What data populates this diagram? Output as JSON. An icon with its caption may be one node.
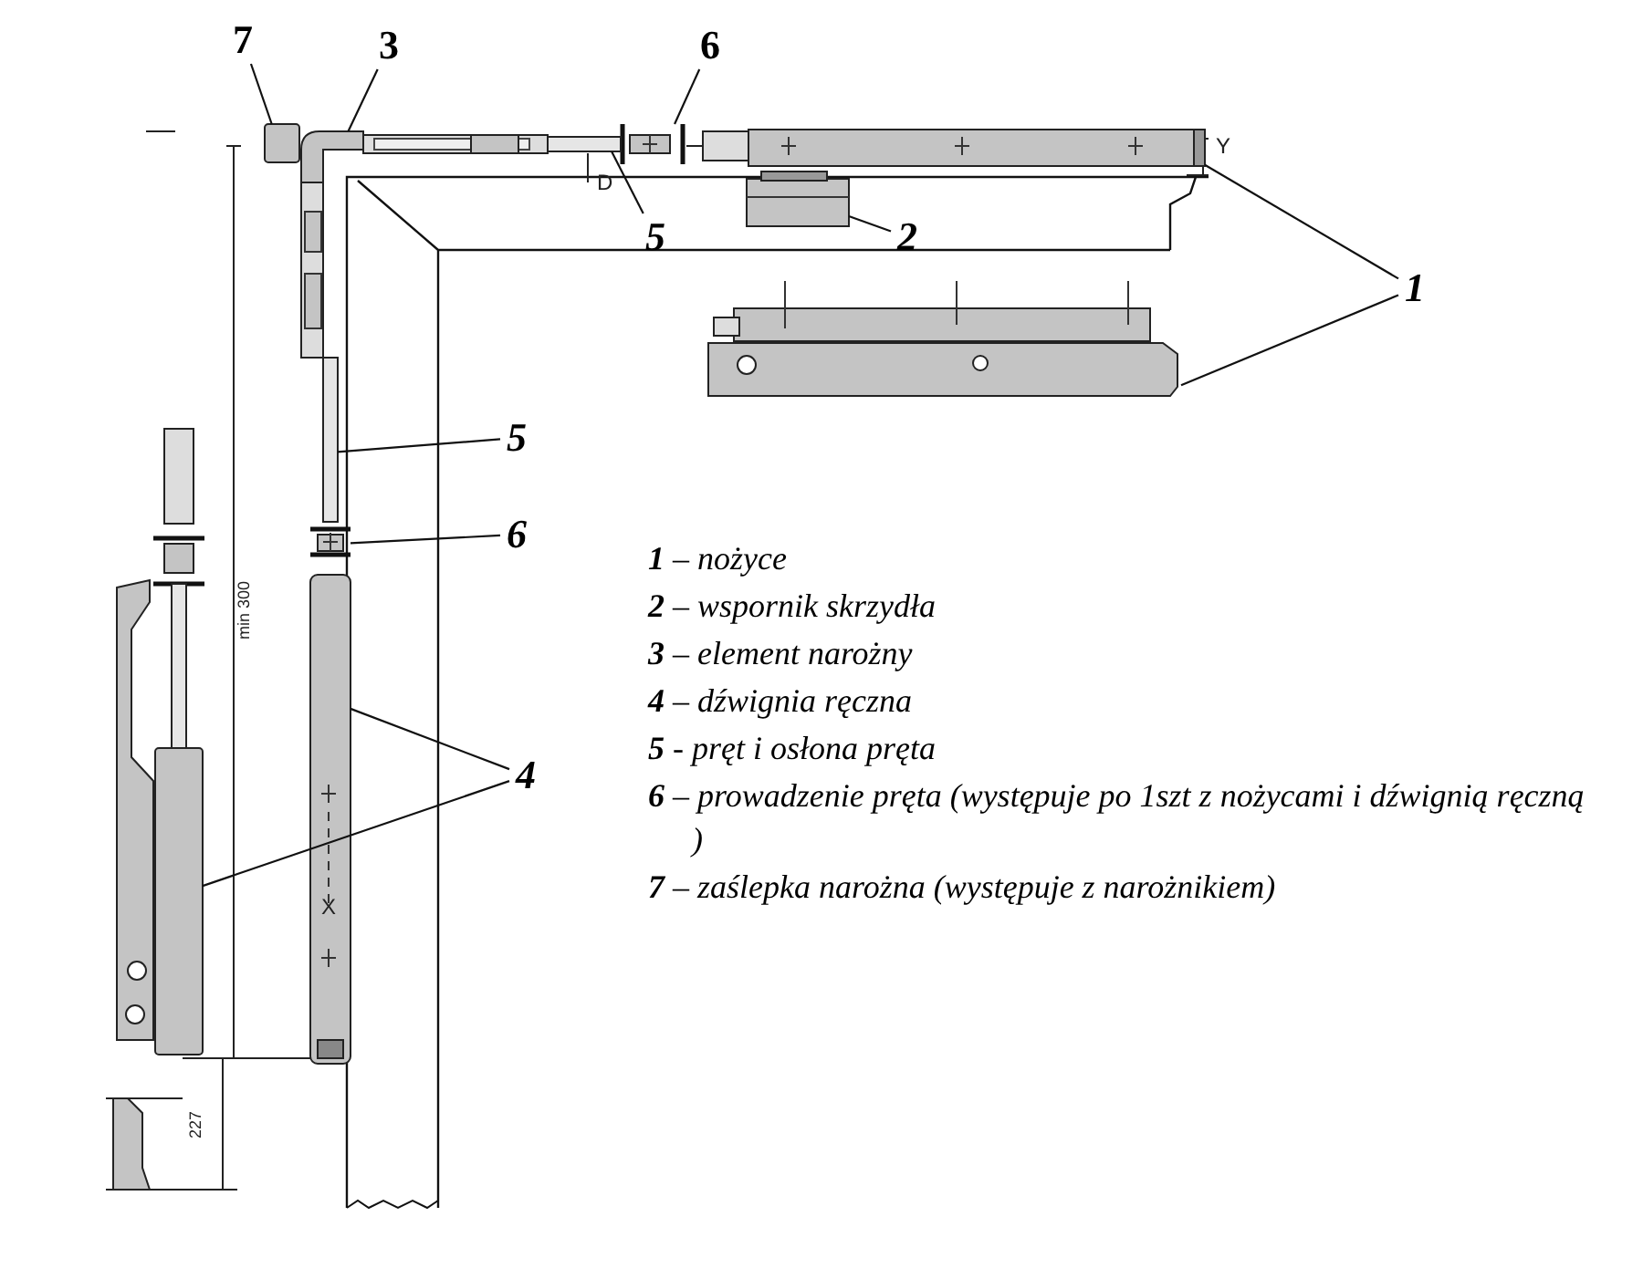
{
  "diagram": {
    "nodes": [
      {
        "text": [
          "7"
        ]
      },
      {
        "text": [
          "3"
        ]
      },
      {
        "text": [
          "6"
        ]
      },
      {
        "text": [
          "5"
        ]
      },
      {
        "text": [
          "2"
        ]
      },
      {
        "text": [
          "1"
        ]
      },
      {
        "text": [
          "5"
        ]
      },
      {
        "text": [
          "6"
        ]
      },
      {
        "text": [
          "4"
        ]
      },
      {
        "text": [],
        "shape": "box"
      },
      {
        "text": [],
        "shape": "picture"
      },
      {
        "text": [],
        "shape": "picture"
      },
      {
        "text": [],
        "shape": "bar"
      },
      {
        "text": [],
        "shape": "picture"
      },
      {
        "text": [],
        "shape": "picture"
      },
      {
        "text": [],
        "shape": "picture"
      },
      {
        "text": [],
        "shape": "bar"
      },
      {
        "text": [],
        "shape": "picture"
      },
      {
        "text": [],
        "shape": "picture"
      },
      {
        "text": [],
        "shape": "box"
      }
    ],
    "edges": [
      {
        "from": 0,
        "to": 9,
        "arrow": "none"
      },
      {
        "from": 1,
        "to": 10,
        "arrow": "none"
      },
      {
        "from": 2,
        "to": 11,
        "arrow": "none"
      },
      {
        "from": 3,
        "to": 12,
        "arrow": "none"
      },
      {
        "from": 4,
        "to": 13,
        "arrow": "none"
      },
      {
        "from": 5,
        "to": 14,
        "arrow": "none"
      },
      {
        "from": 5,
        "to": 15,
        "arrow": "none"
      },
      {
        "from": 6,
        "to": 16,
        "arrow": "none"
      },
      {
        "from": 7,
        "to": 17,
        "arrow": "none"
      },
      {
        "from": 8,
        "to": 18,
        "arrow": "none"
      },
      {
        "from": 8,
        "to": 19,
        "arrow": "none"
      }
    ],
    "labels": [
      "Y",
      "D",
      "min 300",
      "X",
      "227",
      "**1** – nożyce",
      "**2** – wspornik skrzydła",
      "**3** – element narożny",
      "**4** – dźwignia ręczna",
      "**5** -  pręt i osłona pręta",
      "**6** – prowadzenie pręta (występuje po 1szt z nożycami i dźwignią ręczną )",
      "**7** – zaślepka narożna (występuje z narożnikiem)"
    ]
  }
}
